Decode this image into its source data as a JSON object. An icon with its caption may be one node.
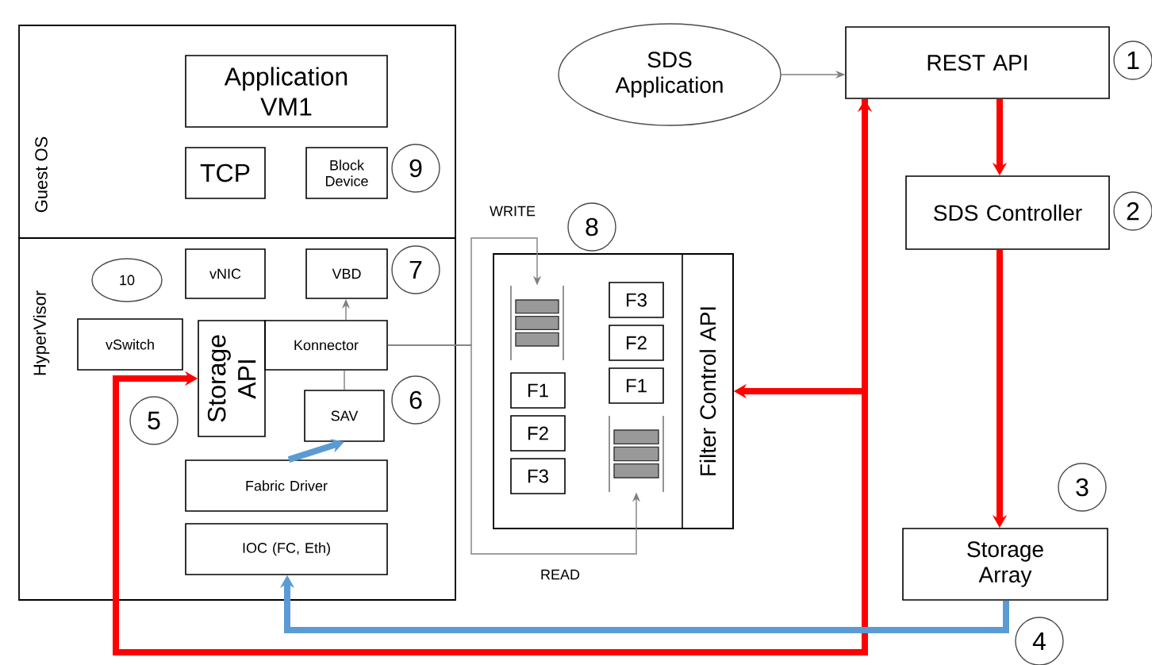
{
  "diagram": {
    "nodes": [
      {
        "text": [
          "Guest OS"
        ]
      },
      {
        "text": [
          "Application VM1"
        ],
        "in": 0
      },
      {
        "text": [
          "TCP"
        ],
        "in": 0
      },
      {
        "text": [
          "Block Device"
        ],
        "in": 0
      },
      {
        "text": [
          "9"
        ],
        "in": 0
      },
      {
        "text": [
          "HyperVisor"
        ]
      },
      {
        "text": [
          "10"
        ],
        "in": 5
      },
      {
        "text": [
          "vNIC"
        ],
        "in": 5
      },
      {
        "text": [
          "VBD"
        ],
        "in": 5
      },
      {
        "text": [
          "7"
        ],
        "in": 5
      },
      {
        "text": [
          "vSwitch"
        ],
        "in": 5
      },
      {
        "text": [
          "Storage API"
        ],
        "in": 5
      },
      {
        "text": [
          "Konnector"
        ],
        "in": 5
      },
      {
        "text": [
          "5"
        ],
        "in": 5
      },
      {
        "text": [
          "SAV"
        ],
        "in": 5
      },
      {
        "text": [
          "6"
        ],
        "in": 5
      },
      {
        "text": [
          "Fabric Driver"
        ],
        "in": 5
      },
      {
        "text": [
          "IOC (FC, Eth)"
        ],
        "in": 5
      },
      {
        "text": [
          "8"
        ]
      },
      {
        "text": [],
        "shape": "box"
      },
      {
        "text": [],
        "shape": "stack",
        "in": 19
      },
      {
        "text": [
          "F1"
        ],
        "in": 19
      },
      {
        "text": [
          "F2"
        ],
        "in": 19
      },
      {
        "text": [
          "F3"
        ],
        "in": 19
      },
      {
        "text": [
          "F3"
        ],
        "in": 19
      },
      {
        "text": [
          "F2"
        ],
        "in": 19
      },
      {
        "text": [
          "F1"
        ],
        "in": 19
      },
      {
        "text": [],
        "shape": "stack",
        "in": 19
      },
      {
        "text": [
          "Filter Control API"
        ],
        "in": 19
      },
      {
        "text": [
          "SDS Application"
        ]
      },
      {
        "text": [
          "REST API"
        ]
      },
      {
        "text": [
          "1"
        ]
      },
      {
        "text": [
          "SDS Controller"
        ]
      },
      {
        "text": [
          "2"
        ]
      },
      {
        "text": [
          "3"
        ]
      },
      {
        "text": [
          "Storage Array"
        ]
      },
      {
        "text": [
          "4"
        ]
      }
    ],
    "edges": [
      {
        "from": 29,
        "to": 30,
        "arrow": "to"
      },
      {
        "from": 30,
        "to": 32,
        "arrow": "to",
        "color": "#ff0000"
      },
      {
        "from": 32,
        "to": 35,
        "arrow": "to",
        "color": "#ff0000"
      },
      {
        "from": 11,
        "to": 30,
        "arrow": "both",
        "color": "#ff0000"
      },
      {
        "from": 30,
        "to": 28,
        "arrow": "to",
        "color": "#ff0000"
      },
      {
        "from": 35,
        "to": 17,
        "arrow": "to",
        "color": "#5b9bd5"
      },
      {
        "from": 16,
        "to": 14,
        "arrow": "to",
        "color": "#5b9bd5"
      },
      {
        "from": 12,
        "to": 8,
        "arrow": "to"
      },
      {
        "from": 14,
        "to": 12,
        "arrow": "none"
      },
      {
        "from": 12,
        "to": 20,
        "arrow": "to",
        "label": "WRITE"
      },
      {
        "from": 12,
        "to": 27,
        "arrow": "to",
        "label": "READ"
      }
    ]
  }
}
